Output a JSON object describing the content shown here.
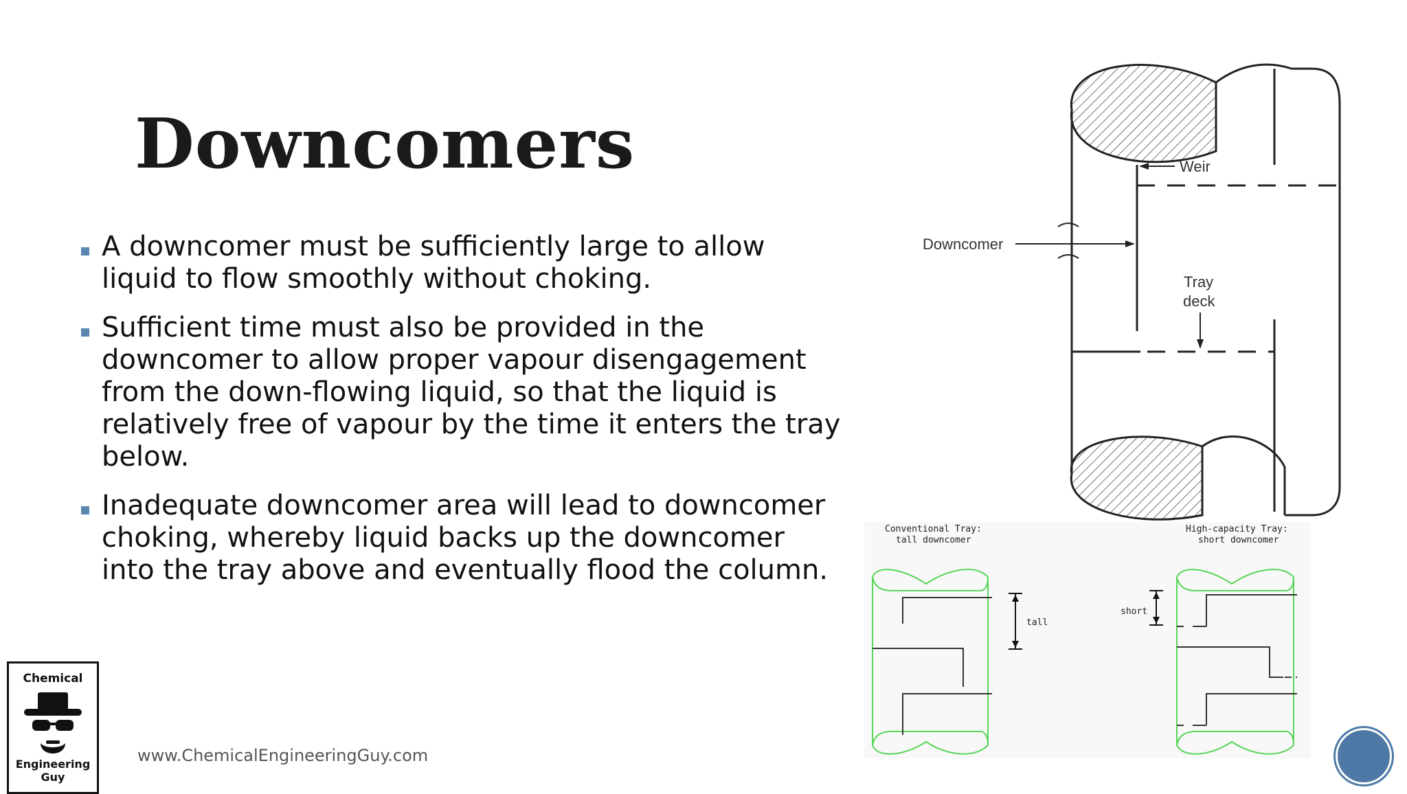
{
  "slide": {
    "title": "Downcomers",
    "bullets": [
      "A downcomer must be sufficiently large to allow liquid to flow smoothly without choking.",
      "Sufficient time must also be provided in the downcomer to allow proper vapour disengagement from the down-flowing liquid, so that the liquid is relatively free of vapour by the time it enters the tray below.",
      "Inadequate downcomer area will lead to downcomer choking, whereby liquid backs up the downcomer into the tray above and eventually flood the column."
    ],
    "footer_url": "www.ChemicalEngineeringGuy.com",
    "accent_color": "#5b86b0"
  },
  "logo": {
    "top_text": "Chemical",
    "bottom_text": "Engineering Guy",
    "icon": "hat-glasses-beard-icon"
  },
  "diagram": {
    "labels": {
      "weir": "Weir",
      "downcomer": "Downcomer",
      "tray": "Tray",
      "deck": "deck"
    }
  },
  "diagram2": {
    "left_caption_1": "Conventional Tray:",
    "left_caption_2": "tall downcomer",
    "right_caption_1": "High-capacity Tray:",
    "right_caption_2": "short downcomer",
    "tall_label": "tall",
    "short_label": "short",
    "line_color": "#57d657"
  }
}
